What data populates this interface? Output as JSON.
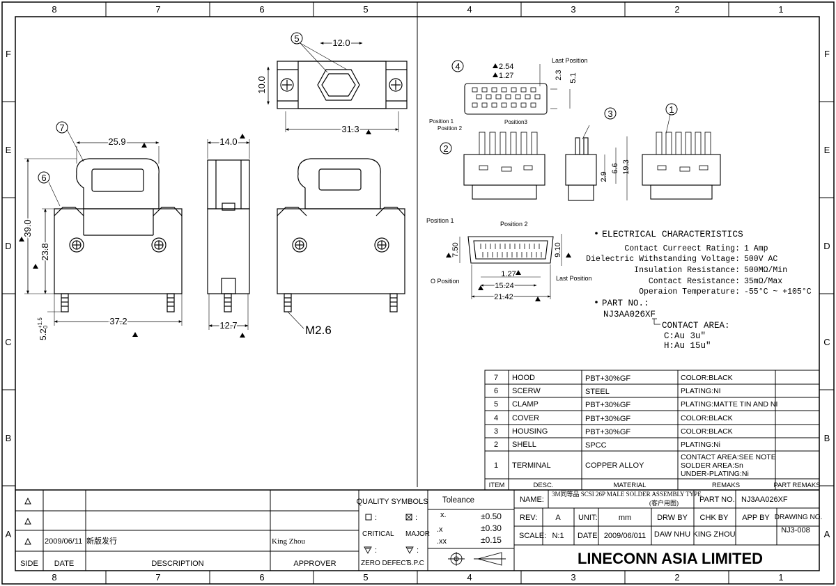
{
  "frame": {
    "columns": [
      "8",
      "7",
      "6",
      "5",
      "4",
      "3",
      "2",
      "1"
    ],
    "rows": [
      "F",
      "E",
      "D",
      "C",
      "B",
      "A"
    ]
  },
  "callouts": {
    "c1": "1",
    "c2": "2",
    "c3": "3",
    "c4": "4",
    "c5": "5",
    "c6": "6",
    "c7": "7"
  },
  "dims": {
    "top_width": "12.0",
    "top_height": "10.0",
    "top_length": "31.3",
    "hood_width": "25.9",
    "height_total": "39.0",
    "height_body": "23.8",
    "screw_gap": "5.2",
    "screw_gap_tol": "+1.5",
    "screw_gap_tol2": "0",
    "base_width": "37.2",
    "side_depth": "14.0",
    "side_base": "12.7",
    "screw": "M2.6",
    "pitch_2_54": "2.54",
    "pitch_1_27": "1.27",
    "h_2_3": "2.3",
    "h_5_1": "5.1",
    "last_position": "Last Position",
    "position1": "Position 1",
    "position2": "Position 2",
    "position3": "Position3",
    "fp_position1": "Position 1",
    "fp_position2": "Position 2",
    "o_position": "O Position",
    "fp_last": "Last Position",
    "d_2_9": "2.9",
    "d_6_6": "6.6",
    "d_19_3": "19.3",
    "d_7_50": "7.50",
    "d_9_10": "9.10",
    "d_1_27": "1.27",
    "d_15_24": "15.24",
    "d_21_42": "21.42"
  },
  "electrical": {
    "heading": "ELECTRICAL CHARACTERISTICS",
    "rows": [
      {
        "label": "Contact Curreect Rating:",
        "value": "1 Amp"
      },
      {
        "label": "Dielectric Withstanding Voltage:",
        "value": "500V AC"
      },
      {
        "label": "Insulation Resistance:",
        "value": "500MΩ/Min"
      },
      {
        "label": "Contact Resistance:",
        "value": "35mΩ/Max"
      },
      {
        "label": "Operaion Temperature:",
        "value": "-55°C ~ +105°C"
      }
    ],
    "part_heading": "PART NO.:",
    "part_number": "NJ3AA026",
    "part_suffix": "XF",
    "contact_area": "CONTACT AREA:",
    "contact_c": "C:Au 3u\"",
    "contact_h": "H:Au 15u\""
  },
  "bom": {
    "rows": [
      {
        "item": "7",
        "desc": "HOOD",
        "material": "PBT+30%GF",
        "remarks": [
          "COLOR:BLACK"
        ]
      },
      {
        "item": "6",
        "desc": "SCERW",
        "material": "STEEL",
        "remarks": [
          "PLATING:NI"
        ]
      },
      {
        "item": "5",
        "desc": "CLAMP",
        "material": "PBT+30%GF",
        "remarks": [
          "PLATING:MATTE TIN AND NI"
        ]
      },
      {
        "item": "4",
        "desc": "COVER",
        "material": "PBT+30%GF",
        "remarks": [
          "COLOR:BLACK"
        ]
      },
      {
        "item": "3",
        "desc": "HOUSING",
        "material": "PBT+30%GF",
        "remarks": [
          "COLOR:BLACK"
        ]
      },
      {
        "item": "2",
        "desc": "SHELL",
        "material": "SPCC",
        "remarks": [
          "PLATING:Ni"
        ]
      },
      {
        "item": "1",
        "desc": "TERMINAL",
        "material": "COPPER ALLOY",
        "remarks": [
          "CONTACT AREA:SEE NOTE",
          "SOLDER AREA:Sn",
          "UNDER-PLATING:Ni"
        ]
      }
    ],
    "header": {
      "item": "ITEM",
      "desc": "DESC.",
      "material": "MATERIAL",
      "remarks": "REMAKS",
      "part_remarks": "PART REMAKS"
    }
  },
  "revisions": {
    "rows": [
      {
        "side": "",
        "date": "",
        "description": "",
        "approver": ""
      },
      {
        "side": "",
        "date": "",
        "description": "",
        "approver": ""
      },
      {
        "side": "",
        "date": "2009/06/11",
        "description": "新版发行",
        "approver": "King Zhou"
      }
    ],
    "header": {
      "side": "SIDE",
      "date": "DATE",
      "description": "DESCRIPTION",
      "approver": "APPROVER"
    }
  },
  "quality": {
    "title": "QUALITY SYMBOLS",
    "critical": "CRITICAL",
    "major": "MAJOR",
    "zero_defect": "ZERO DEFECT",
    "spc": "S.P.C"
  },
  "tolerance": {
    "title": "Toleance",
    "rows": [
      {
        "label": "x.",
        "value": "±0.50"
      },
      {
        "label": ".x",
        "value": "±0.30"
      },
      {
        "label": ".xx",
        "value": "±0.15"
      }
    ]
  },
  "title_block": {
    "name_label": "NAME:",
    "name_value": "3M同等品 SCSI 26P MALE SOLDER ASSEMBLY TYPE",
    "name_note": "(客户用图)",
    "part_label": "PART NO.",
    "part_value": "NJ3AA026XF",
    "rev_label": "REV:",
    "rev_value": "A",
    "unit_label": "UNIT:",
    "unit_value": "mm",
    "drw_label": "DRW BY",
    "chk_label": "CHK BY",
    "app_label": "APP BY",
    "drawing_label": "DRAWING NO.",
    "drawing_value": "NJ3-008",
    "scale_label": "SCALE:",
    "scale_value": "N:1",
    "date_label": "DATE:",
    "date_value": "2009/06/011",
    "drw_value": "DAW NHU",
    "chk_value": "KING ZHOU",
    "company": "LINECONN ASIA LIMITED"
  }
}
